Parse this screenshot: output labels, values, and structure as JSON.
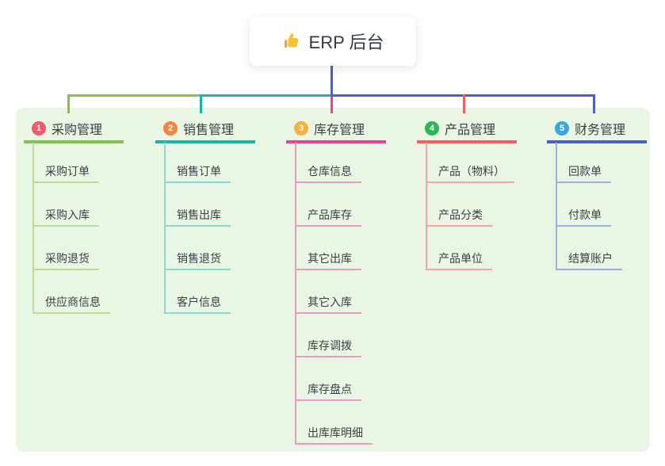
{
  "root": {
    "title": "ERP 后台",
    "icon": "thumbs-up-icon"
  },
  "branches": [
    {
      "key": "purchase",
      "badge": "1",
      "label": "采购管理",
      "badge_color": "#ef5a6e",
      "line_color": "#85c14d",
      "child_line_color": "#b9dd92",
      "children": [
        "采购订单",
        "采购入库",
        "采购退货",
        "供应商信息"
      ]
    },
    {
      "key": "sales",
      "badge": "2",
      "label": "销售管理",
      "badge_color": "#f68540",
      "line_color": "#16b6ad",
      "child_line_color": "#8bd9d3",
      "children": [
        "销售订单",
        "销售出库",
        "销售退货",
        "客户信息"
      ]
    },
    {
      "key": "inventory",
      "badge": "3",
      "label": "库存管理",
      "badge_color": "#f7b03c",
      "line_color": "#e2439b",
      "child_line_color": "#f097c7",
      "children": [
        "仓库信息",
        "产品库存",
        "其它出库",
        "其它入库",
        "库存调拨",
        "库存盘点",
        "出库库明细"
      ]
    },
    {
      "key": "product",
      "badge": "4",
      "label": "产品管理",
      "badge_color": "#2eb554",
      "line_color": "#f85c60",
      "child_line_color": "#f9a3a7",
      "children": [
        "产品（物料）",
        "产品分类",
        "产品单位"
      ]
    },
    {
      "key": "finance",
      "badge": "5",
      "label": "财务管理",
      "badge_color": "#36a8dd",
      "line_color": "#4a5fd1",
      "child_line_color": "#9fafe2",
      "children": [
        "回款单",
        "付款单",
        "结算账户"
      ]
    }
  ],
  "colors": {
    "canvas_bg": "#e9f6e3",
    "page_bg": "#ffffff",
    "root_line": "#4a5fd1",
    "text": "#3a3f45",
    "thumb_hand": "#f6c02e",
    "thumb_cuff": "#eda33b"
  }
}
